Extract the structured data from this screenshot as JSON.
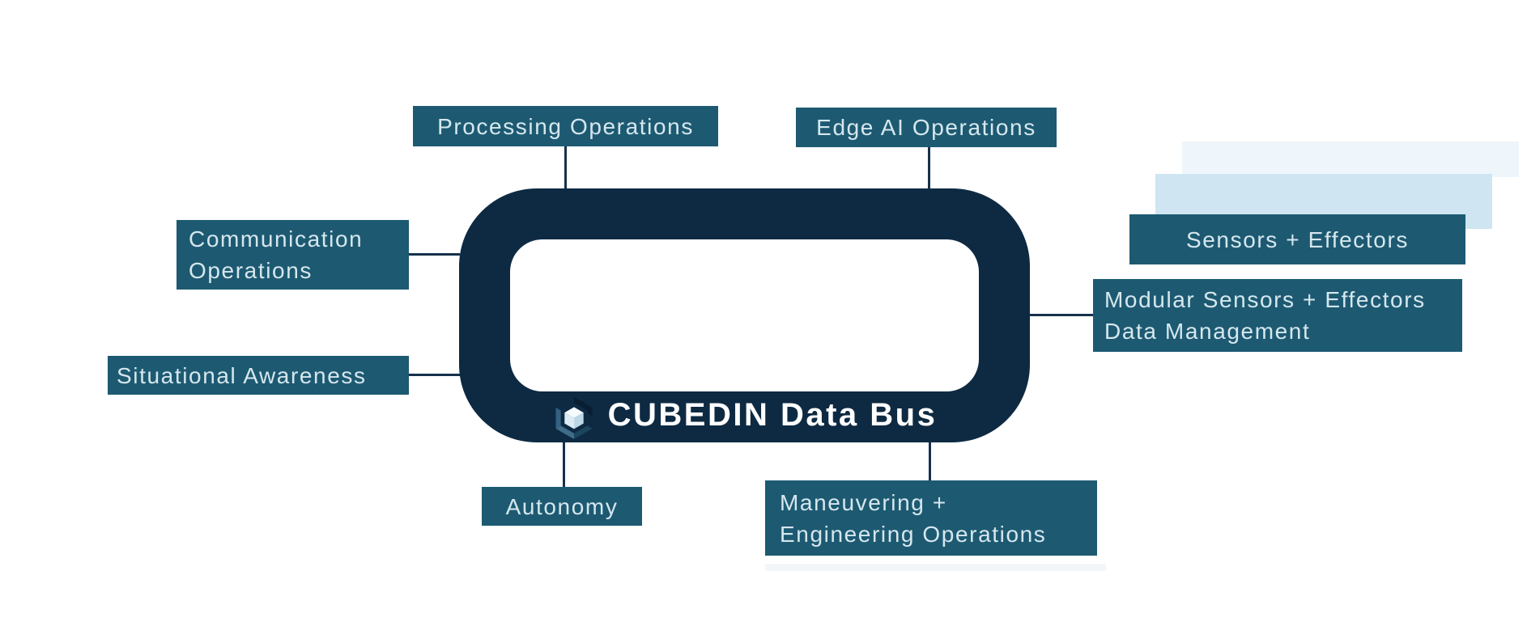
{
  "diagram": {
    "bus": {
      "title": "CUBEDIN Data Bus",
      "logo_icon": "cube-logo-icon",
      "ring_color": "#0e2a43"
    },
    "nodes": {
      "processing": {
        "label": "Processing Operations"
      },
      "edge_ai": {
        "label": "Edge AI Operations"
      },
      "communication": {
        "lines": [
          "Communication",
          "Operations"
        ]
      },
      "situational": {
        "label": "Situational Awareness"
      },
      "autonomy": {
        "label": "Autonomy"
      },
      "maneuvering": {
        "lines": [
          "Maneuvering +",
          "Engineering Operations"
        ]
      },
      "sensors": {
        "label": "Sensors + Effectors"
      },
      "modular": {
        "lines": [
          "Modular Sensors + Effectors",
          "Data Management"
        ]
      }
    },
    "colors": {
      "node_fill": "#1d5a72",
      "node_text": "#d6e7ee",
      "ring": "#0e2a43",
      "connector": "#16314b",
      "title_text": "#ffffff",
      "decor_pale": "#eef6fb",
      "decor_blue": "#cfe5f2"
    }
  }
}
